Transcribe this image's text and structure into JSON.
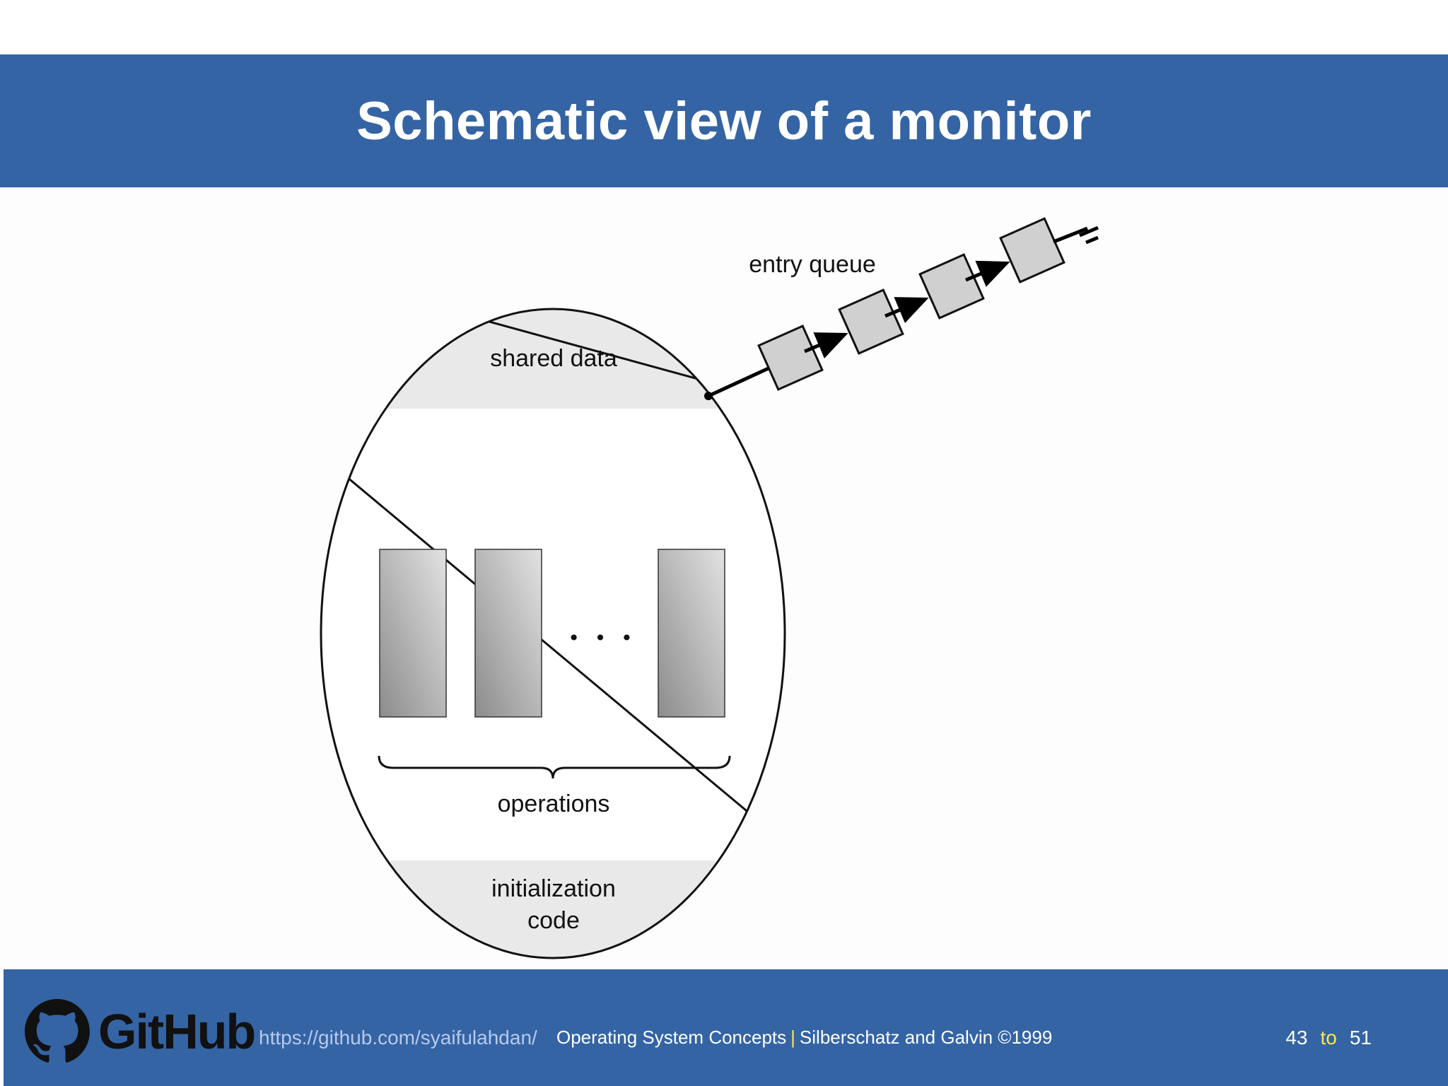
{
  "slide": {
    "title": "Schematic view of a monitor"
  },
  "diagram": {
    "entry_queue_label": "entry queue",
    "shared_data_label": "shared data",
    "ellipsis": "• • •",
    "operations_label": "operations",
    "init_label_line1": "initialization",
    "init_label_line2": "code"
  },
  "footer": {
    "logo_text": "GitHub",
    "url": "https://github.com/syaifulahdan/",
    "book": "Operating System Concepts",
    "separator": "|",
    "authors": "Silberschatz and Galvin ©1999",
    "page_current": "43",
    "page_to": "to",
    "page_total": "51"
  },
  "colors": {
    "banner": "#3464a4",
    "separator_accent": "#ffe84a",
    "url_text": "#b8c9ec"
  }
}
